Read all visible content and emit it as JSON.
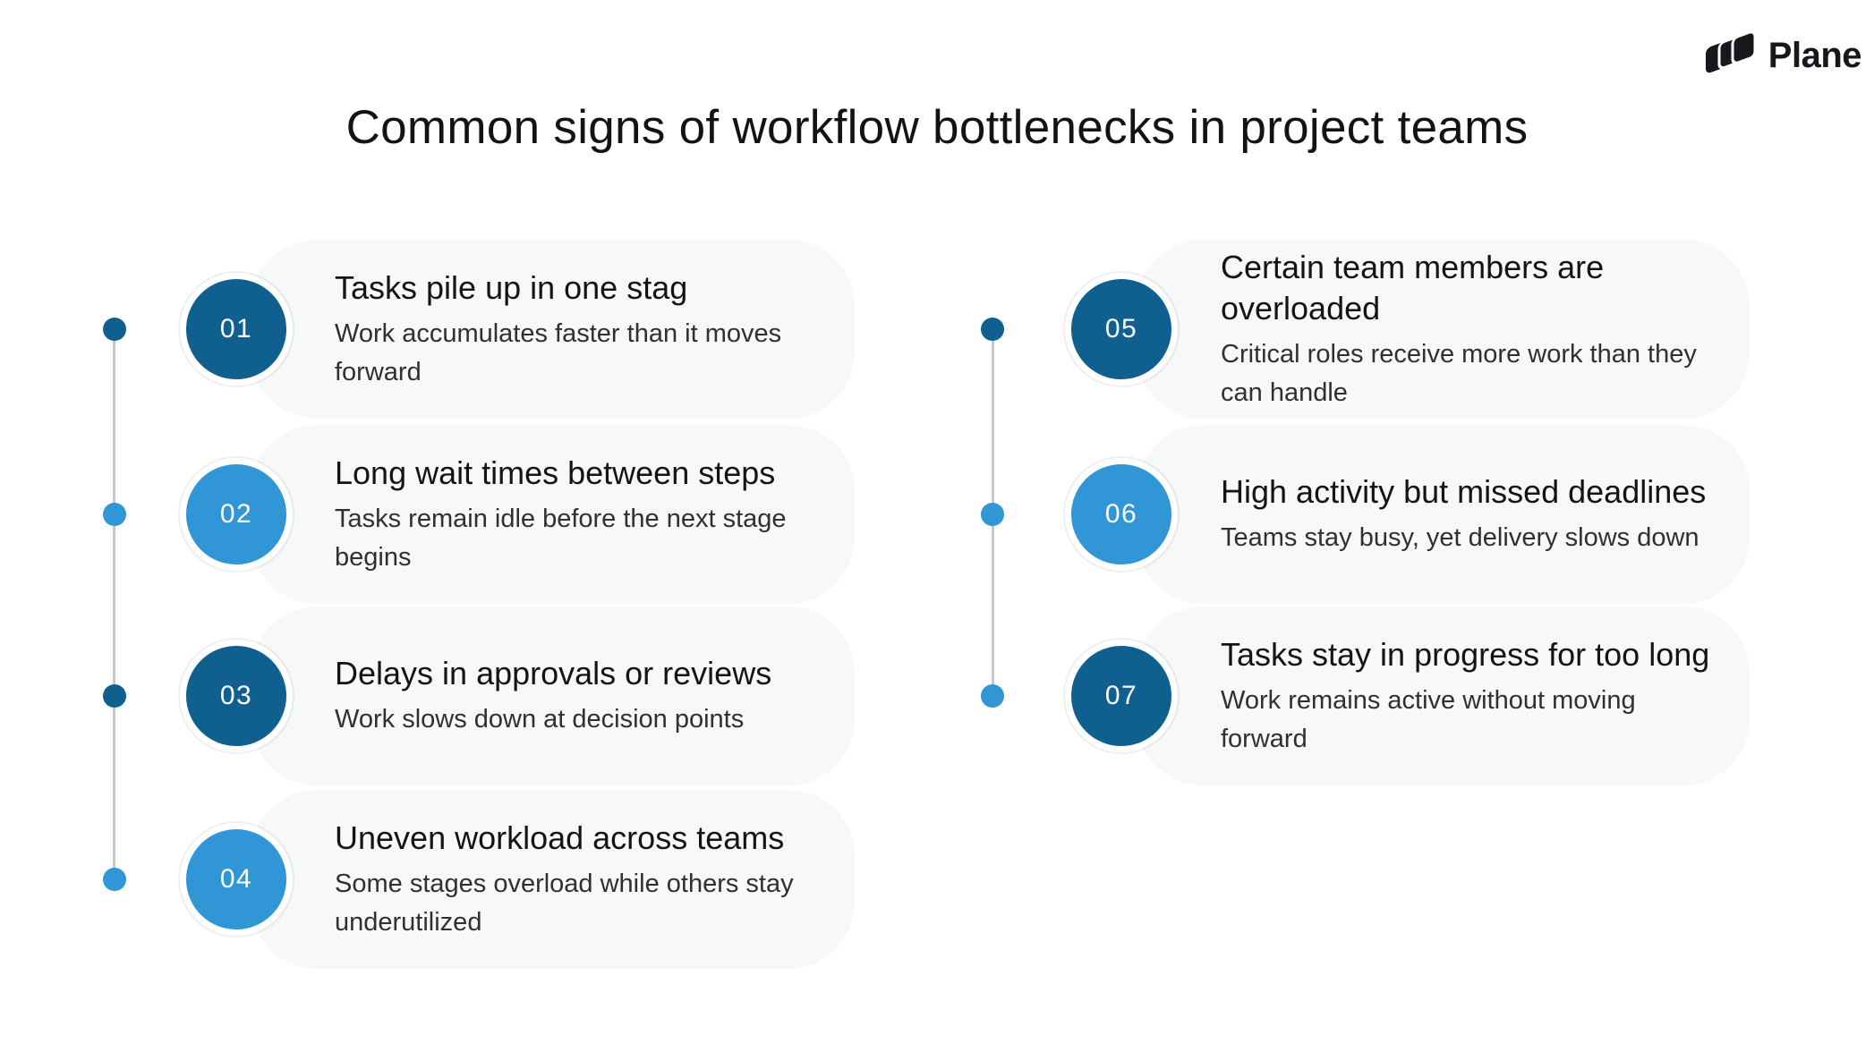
{
  "page": {
    "title": "Common signs of workflow bottlenecks in project teams"
  },
  "brand": {
    "name": "Plane"
  },
  "colors": {
    "dark_blue": "#0F608F",
    "light_blue": "#3096D5",
    "card_background": "#F7F8F8",
    "timeline_line": "#C7C8C9"
  },
  "items": [
    {
      "number": "01",
      "title": "Tasks pile up in one stag",
      "description": "Work accumulates faster than it moves forward",
      "tone": "dark",
      "dot_tone": "dark"
    },
    {
      "number": "02",
      "title": "Long wait times between steps",
      "description": "Tasks remain idle before the next stage begins",
      "tone": "light",
      "dot_tone": "light"
    },
    {
      "number": "03",
      "title": "Delays in approvals or reviews",
      "description": "Work slows down at decision points",
      "tone": "dark",
      "dot_tone": "dark"
    },
    {
      "number": "04",
      "title": "Uneven workload across teams",
      "description": "Some stages overload while others stay underutilized",
      "tone": "light",
      "dot_tone": "light"
    },
    {
      "number": "05",
      "title": "Certain team members are overloaded",
      "description": "Critical roles receive more work than they can handle",
      "tone": "dark",
      "dot_tone": "dark"
    },
    {
      "number": "06",
      "title": "High activity but missed deadlines",
      "description": "Teams stay busy, yet delivery slows down",
      "tone": "light",
      "dot_tone": "light"
    },
    {
      "number": "07",
      "title": "Tasks stay in progress for too long",
      "description": "Work remains active without moving forward",
      "tone": "dark",
      "dot_tone": "light"
    }
  ]
}
